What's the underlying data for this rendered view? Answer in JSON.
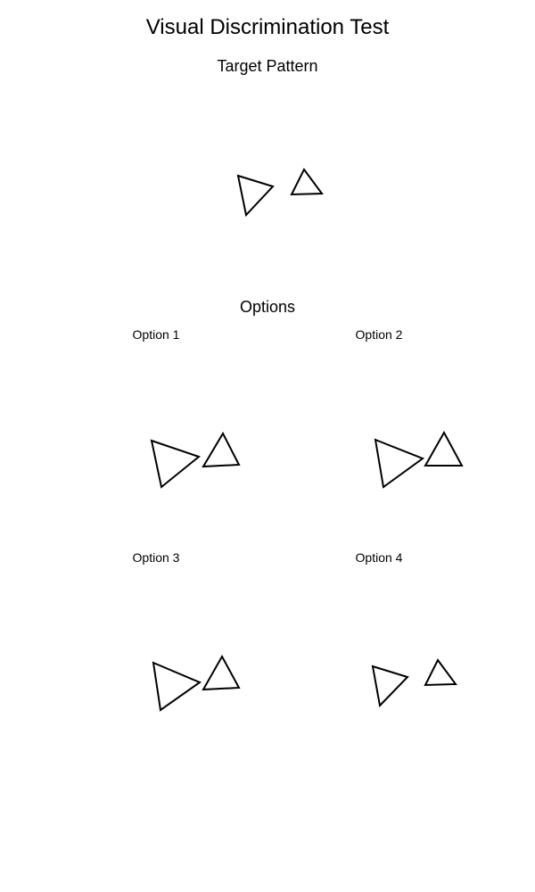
{
  "title": "Visual Discrimination Test",
  "target": {
    "heading": "Target Pattern"
  },
  "options_section": {
    "heading": "Options",
    "options": [
      {
        "label": "Option 1"
      },
      {
        "label": "Option 2"
      },
      {
        "label": "Option 3"
      },
      {
        "label": "Option 4"
      }
    ]
  },
  "colors": {
    "background": "#ffffff",
    "stroke": "#000000"
  }
}
